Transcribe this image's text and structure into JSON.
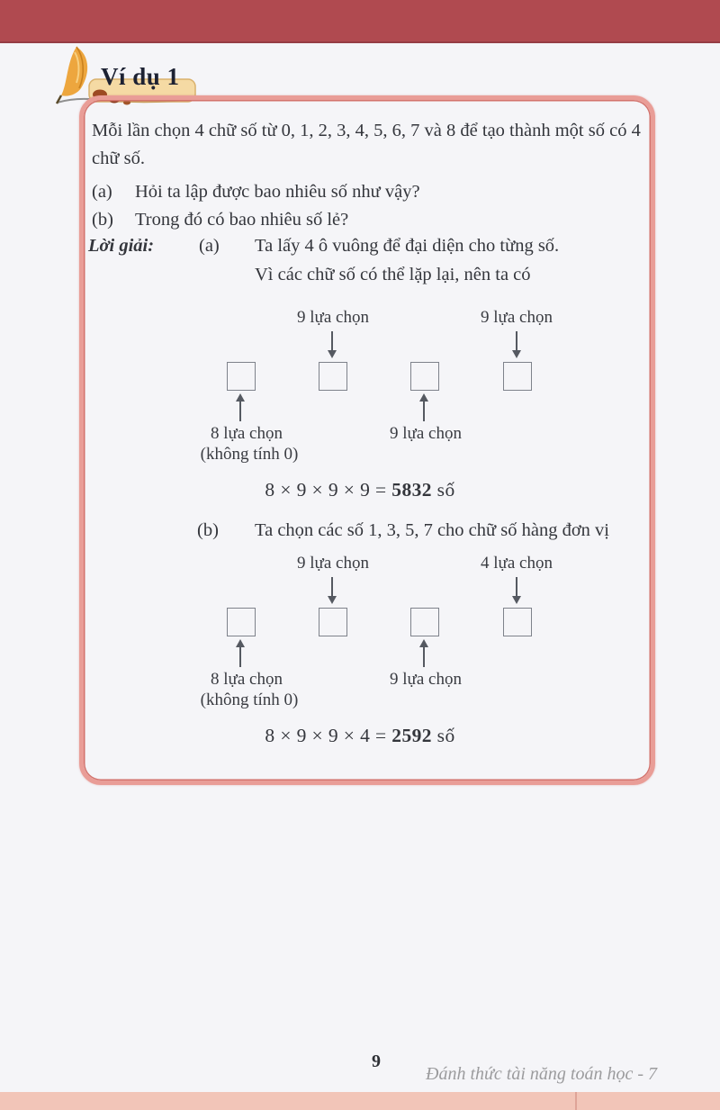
{
  "header": {
    "example_label": "Ví dụ 1"
  },
  "problem": {
    "statement": "Mỗi lần chọn 4 chữ số từ 0, 1, 2, 3, 4, 5, 6, 7 và 8 để tạo thành một số có 4 chữ số.",
    "items": [
      {
        "label": "(a)",
        "text": "Hỏi ta lập được bao nhiêu số như vậy?"
      },
      {
        "label": "(b)",
        "text": "Trong đó có bao nhiêu số lẻ?"
      }
    ]
  },
  "solution": {
    "heading": "Lời giải:",
    "part_a_label": "(a)",
    "part_a_line1": "Ta lấy 4 ô vuông để đại diện cho từng số.",
    "part_a_line2": "Vì các chữ số có thể lặp lại, nên ta có",
    "part_b_label": "(b)",
    "part_b_line": "Ta chọn các số 1, 3, 5, 7 cho chữ số hàng đơn vị"
  },
  "diagram_a": {
    "top_label_1": "9 lựa chọn",
    "top_label_2": "9 lựa chọn",
    "bottom_label_1": "8 lựa chọn",
    "bottom_note": "(không tính 0)",
    "bottom_label_2": "9 lựa chọn",
    "equation_prefix": "8 × 9 × 9 × 9 = ",
    "equation_result": "5832",
    "equation_suffix": " số"
  },
  "diagram_b": {
    "top_label_1": "9 lựa chọn",
    "top_label_2": "4 lựa chọn",
    "bottom_label_1": "8 lựa chọn",
    "bottom_note": "(không tính 0)",
    "bottom_label_2": "9 lựa chọn",
    "equation_prefix": "8 × 9 × 9 × 4 = ",
    "equation_result": "2592",
    "equation_suffix": " số"
  },
  "footer": {
    "page_number": "9",
    "book_title": "Đánh thức tài năng toán học - 7"
  },
  "colors": {
    "top_bar": "#b04a50",
    "box_border": "#e99d97",
    "bottom_band": "#f2c5b8",
    "title_text": "#1d2233",
    "body_text": "#34363c",
    "footer_text": "#9b9b9d"
  },
  "icons": {
    "quill": "quill-and-scroll"
  }
}
